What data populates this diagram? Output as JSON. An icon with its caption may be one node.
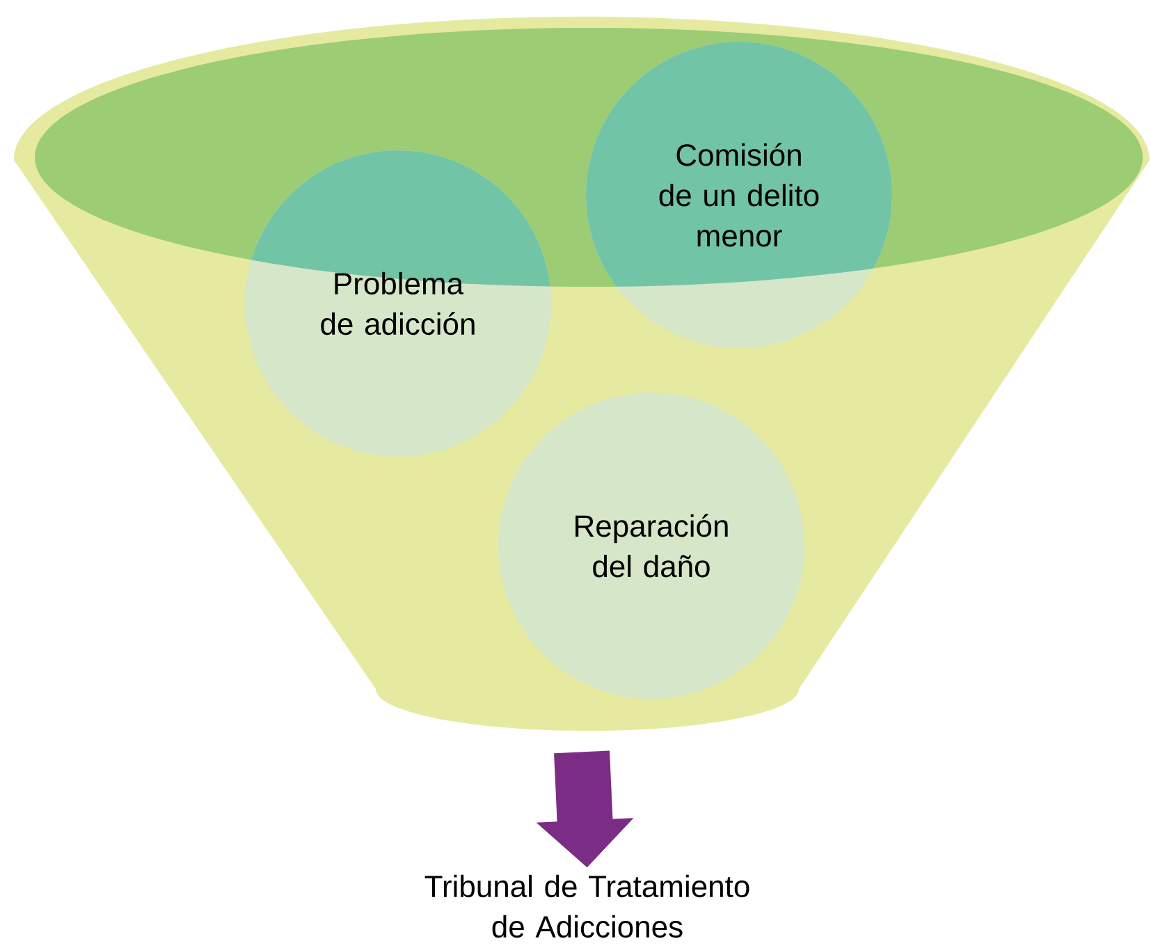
{
  "diagram": {
    "nodes": [
      {
        "text": [],
        "shape": "funnel"
      },
      {
        "text": [
          "Problema de adicción"
        ],
        "in": 0
      },
      {
        "text": [
          "Comisión de un delito menor"
        ],
        "in": 0
      },
      {
        "text": [
          "Reparación del daño"
        ],
        "in": 0
      },
      {
        "text": [
          "Tribunal de Tratamiento de Adicciones"
        ]
      }
    ],
    "edges": [
      {
        "from": 0,
        "to": 4,
        "arrow": "to",
        "color": "#7b2d86"
      }
    ]
  }
}
